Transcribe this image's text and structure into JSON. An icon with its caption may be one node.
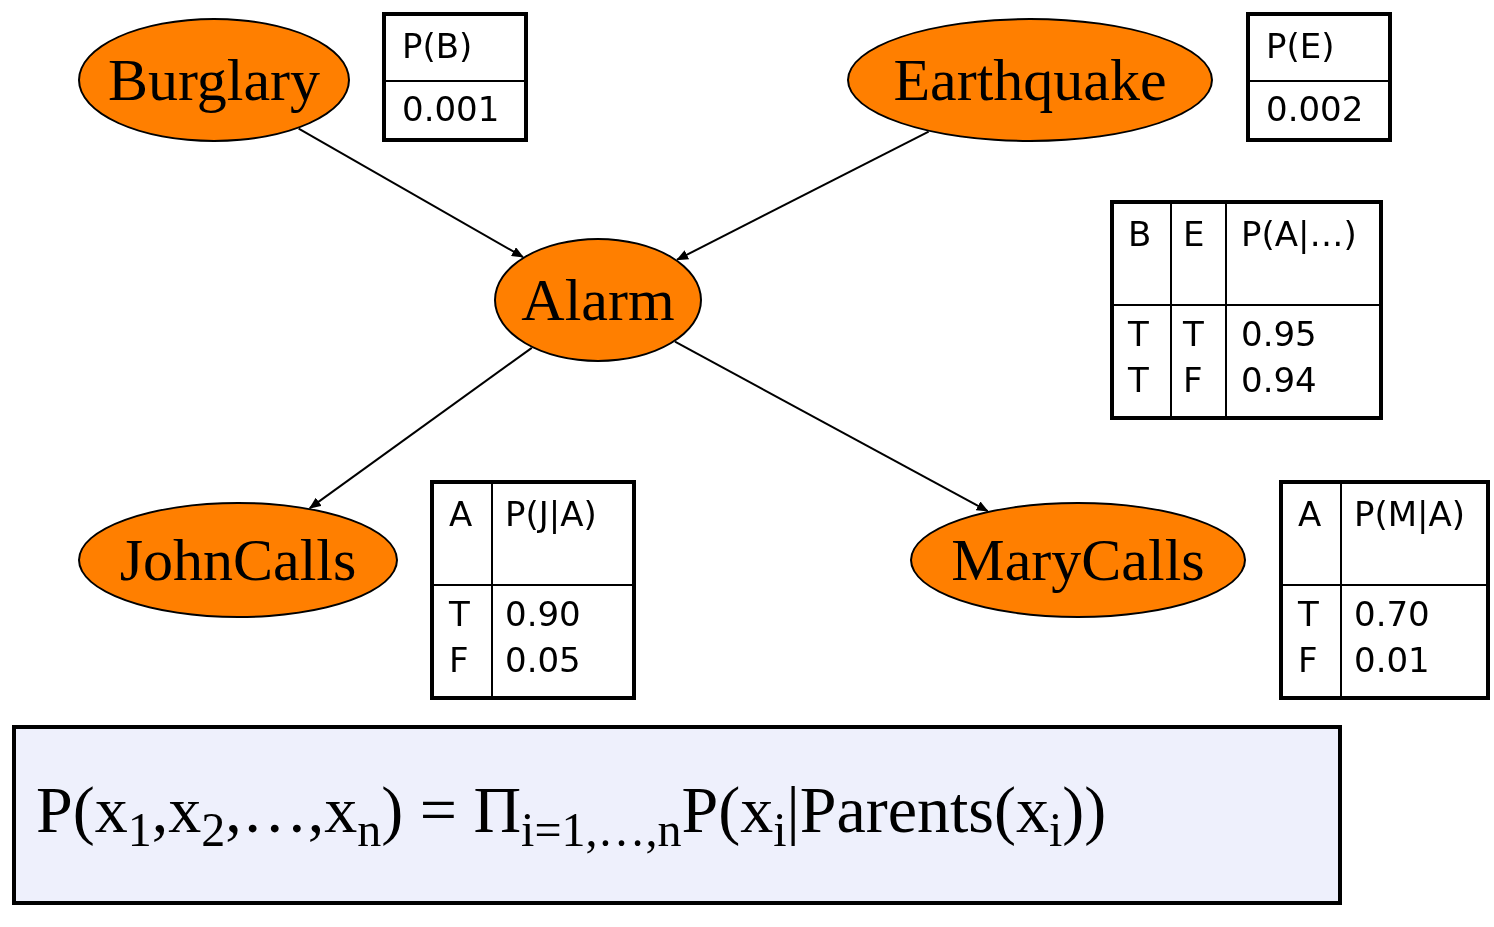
{
  "diagram": {
    "nodes": [
      {
        "text": [
          "Burglary"
        ]
      },
      {
        "text": [
          "Earthquake"
        ]
      },
      {
        "text": [
          "Alarm"
        ]
      },
      {
        "text": [
          "JohnCalls"
        ]
      },
      {
        "text": [
          "MaryCalls"
        ]
      },
      {
        "text": [
          "P(x$_{1}$,x$_{2}$,…,x$_{n}$) = Π$_{i=1,…,n}$P(x$_{i}$|Parents(x$_{i}$))"
        ]
      }
    ],
    "edges": [
      {
        "from": 0,
        "to": 2,
        "arrow": "to"
      },
      {
        "from": 1,
        "to": 2,
        "arrow": "to"
      },
      {
        "from": 2,
        "to": 3,
        "arrow": "to"
      },
      {
        "from": 2,
        "to": 4,
        "arrow": "to"
      }
    ],
    "labels": [
      "P(B)",
      "0.001",
      "P(E)",
      "0.002",
      "B",
      "E",
      "P(A|…)",
      "T",
      "T",
      "0.95",
      "T",
      "F",
      "0.94",
      "A",
      "P(J|A)",
      "T",
      "0.90",
      "F",
      "0.05",
      "A",
      "P(M|A)",
      "T",
      "0.70",
      "F",
      "0.01"
    ]
  }
}
